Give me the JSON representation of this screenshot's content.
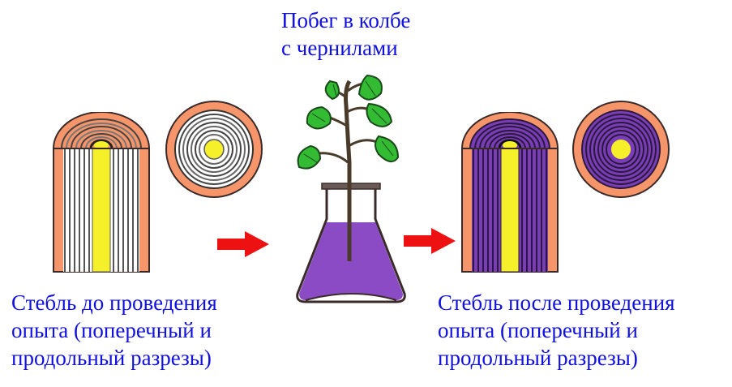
{
  "title": {
    "line1": "Побег в колбе",
    "line2": "с чернилами"
  },
  "before": {
    "caption_line1": "Стебль до проведения",
    "caption_line2": "опыта (поперечный и",
    "caption_line3": "продольный разрезы)",
    "vessel_color": "#ffffff",
    "pith_color": "#f5f02a",
    "bark_color": "#f7956a"
  },
  "after": {
    "caption_line1": "Стебль после проведения",
    "caption_line2": "опыта (поперечный и",
    "caption_line3": "продольный разрезы)",
    "vessel_color": "#7a3cb8",
    "pith_color": "#f5f02a",
    "bark_color": "#f7956a"
  },
  "flask": {
    "ink_color": "#8a4bc4",
    "leaf_color": "#33bb33"
  },
  "arrows": {
    "color": "#ee1111"
  },
  "colors": {
    "text": "#1010e0"
  }
}
